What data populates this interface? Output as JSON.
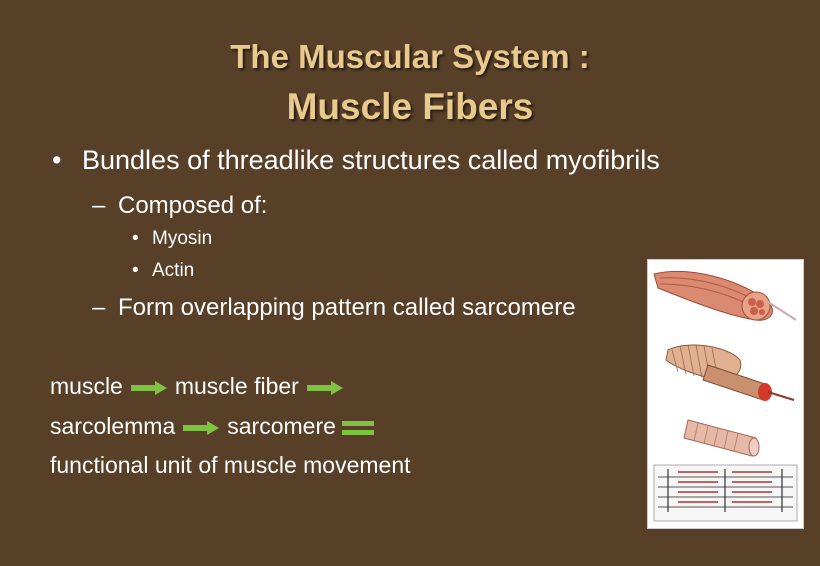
{
  "slide": {
    "title_line1": "The Muscular  System :",
    "title_line2": "Muscle  Fibers",
    "bullet1": "Bundles of threadlike structures called myofibrils",
    "sub1": "Composed of:",
    "sub1_items": [
      "Myosin",
      "Actin"
    ],
    "sub2": "Form overlapping pattern called sarcomere",
    "flow": {
      "w1": "muscle",
      "w2": "muscle fiber",
      "w3": "sarcolemma",
      "w4": "sarcomere",
      "w5": "functional unit of muscle movement"
    }
  },
  "colors": {
    "background": "#573f28",
    "title": "#e8c98e",
    "text": "#ffffff",
    "arrow": "#7fc241"
  },
  "icons": {
    "arrow": "right-arrow-icon",
    "equals": "equals-icon"
  }
}
